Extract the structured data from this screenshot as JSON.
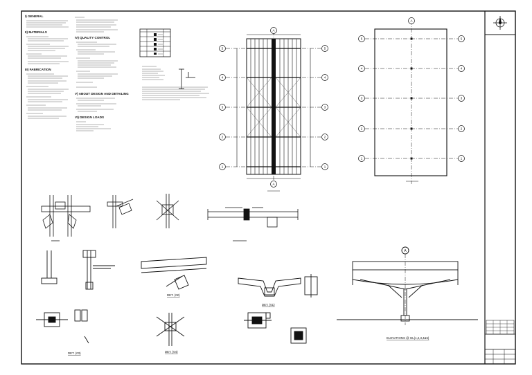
{
  "notes": {
    "sections": [
      {
        "title": "I) GENERAL"
      },
      {
        "title": "II) MATERIALS"
      },
      {
        "title": "III) FABRICATION"
      },
      {
        "title": "IV) QUALITY CONTROL"
      },
      {
        "title": "V) ABOUT DESIGN AND DETAILING"
      },
      {
        "title": "VI) DESIGN LOADS"
      }
    ]
  },
  "grid": {
    "axis_letter": "A",
    "rows": [
      "5",
      "4",
      "3",
      "2",
      "1"
    ]
  },
  "captions": {
    "det_03": "DET. (03)",
    "det_02": "DET. (02)",
    "det_01": "DET. (01)",
    "det_04": "DET. (04)",
    "elevation": "ELEVATIONS @ GL(1,2,3,4&5)"
  },
  "colors": {
    "line": "#111111",
    "paper": "#ffffff"
  }
}
